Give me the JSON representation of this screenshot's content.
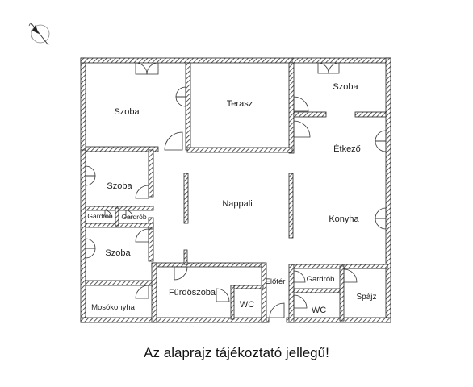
{
  "rooms": {
    "szoba_nw": "Szoba",
    "terasz": "Terasz",
    "szoba_ne": "Szoba",
    "etkezo": "Étkező",
    "szoba_w1": "Szoba",
    "nappali": "Nappali",
    "konyha": "Konyha",
    "gardrob_w1": "Gardrób",
    "gardrob_w2": "Gardrób",
    "szoba_w2": "Szoba",
    "moso": "Mosókonyha",
    "furdo": "Fürdőszoba",
    "wc_1": "WC",
    "eloter": "Előtér",
    "gardrob_e": "Gardrób",
    "wc_2": "WC",
    "spajz": "Spájz"
  },
  "icons": {
    "compass": "compass-icon"
  },
  "caption": "Az alaprajz tájékoztató jellegű!"
}
